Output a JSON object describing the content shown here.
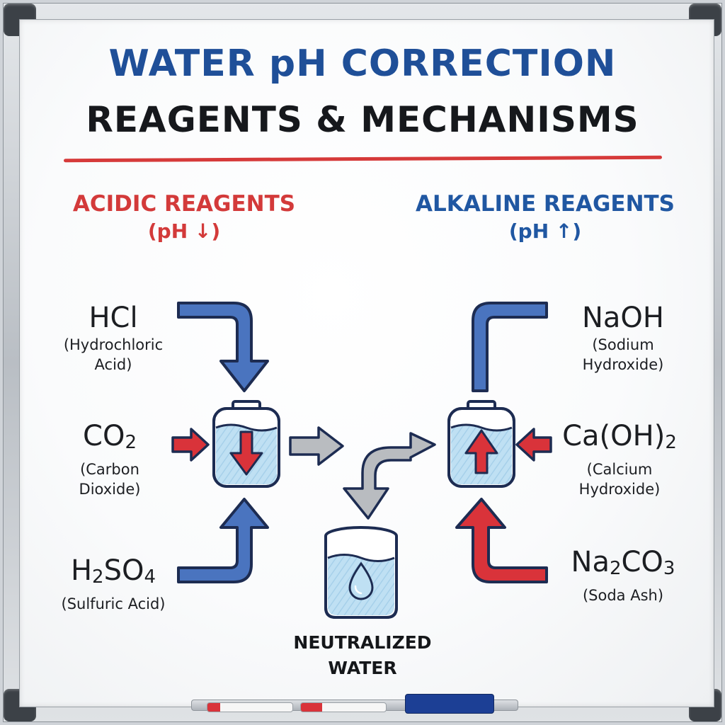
{
  "title": {
    "line1": "WATER pH CORRECTION",
    "line2": "REAGENTS & MECHANISMS"
  },
  "acidic": {
    "header": "ACIDIC REAGENTS",
    "sub": "(pH ↓)",
    "reagents": [
      {
        "formula": "HCl",
        "name_line1": "(Hydrochloric",
        "name_line2": "Acid)"
      },
      {
        "formula": "CO",
        "formula_sub": "2",
        "name_line1": "(Carbon",
        "name_line2": "Dioxide)"
      },
      {
        "formula_h": "H",
        "formula_sub1": "2",
        "formula_mid": "SO",
        "formula_sub2": "4",
        "name_line1": "(Sulfuric Acid)"
      }
    ]
  },
  "alkaline": {
    "header": "ALKALINE REAGENTS",
    "sub": "(pH ↑)",
    "reagents": [
      {
        "formula": "NaOH",
        "name_line1": "(Sodium",
        "name_line2": "Hydroxide)"
      },
      {
        "formula": "Ca(OH)",
        "formula_sub": "2",
        "name_line1": "(Calcium",
        "name_line2": "Hydroxide)"
      },
      {
        "formula_na": "Na",
        "formula_sub1": "2",
        "formula_mid": "CO",
        "formula_sub2": "3",
        "name_line1": "(Soda Ash)"
      }
    ]
  },
  "neutral": {
    "line1": "NEUTRALIZED",
    "line2": "WATER"
  },
  "colors": {
    "acid_red": "#d33a3a",
    "alkaline_blue": "#2057a2",
    "pipe_blue": "#4a74bf",
    "water_light": "#bfe0f3",
    "flow_gray": "#b9bcc0"
  }
}
